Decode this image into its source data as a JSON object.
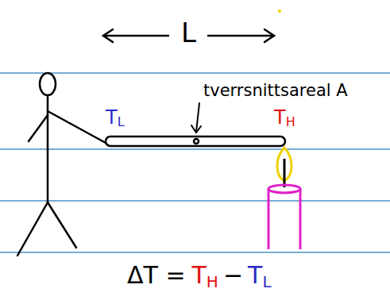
{
  "diagram": {
    "labels": [
      "L",
      "tverrsnittsareal A",
      "T",
      "L",
      "T",
      "H",
      "ΔT =",
      "T",
      "H",
      "−",
      "T",
      "L"
    ]
  }
}
